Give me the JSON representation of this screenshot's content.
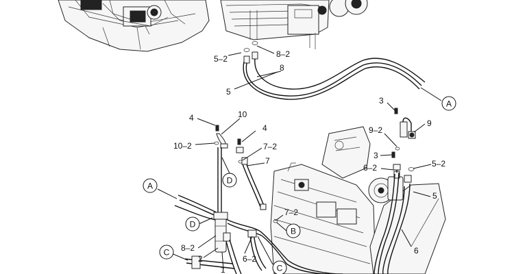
{
  "callouts": [
    {
      "text": "5–2"
    },
    {
      "text": "8–2"
    },
    {
      "text": "8"
    },
    {
      "text": "5"
    },
    {
      "text": "3"
    },
    {
      "text": "9"
    },
    {
      "text": "9–2"
    },
    {
      "text": "3"
    },
    {
      "text": "6–2"
    },
    {
      "text": "5–2"
    },
    {
      "text": "5"
    },
    {
      "text": "6"
    },
    {
      "text": "4"
    },
    {
      "text": "10"
    },
    {
      "text": "4"
    },
    {
      "text": "10–2"
    },
    {
      "text": "7–2"
    },
    {
      "text": "7"
    },
    {
      "text": "7–2"
    },
    {
      "text": "8–2"
    },
    {
      "text": "2"
    },
    {
      "text": "1"
    },
    {
      "text": "6–2"
    }
  ],
  "connectors": [
    {
      "text": "A"
    },
    {
      "text": "A"
    },
    {
      "text": "B"
    },
    {
      "text": "C"
    },
    {
      "text": "C"
    },
    {
      "text": "D"
    },
    {
      "text": "D"
    }
  ]
}
